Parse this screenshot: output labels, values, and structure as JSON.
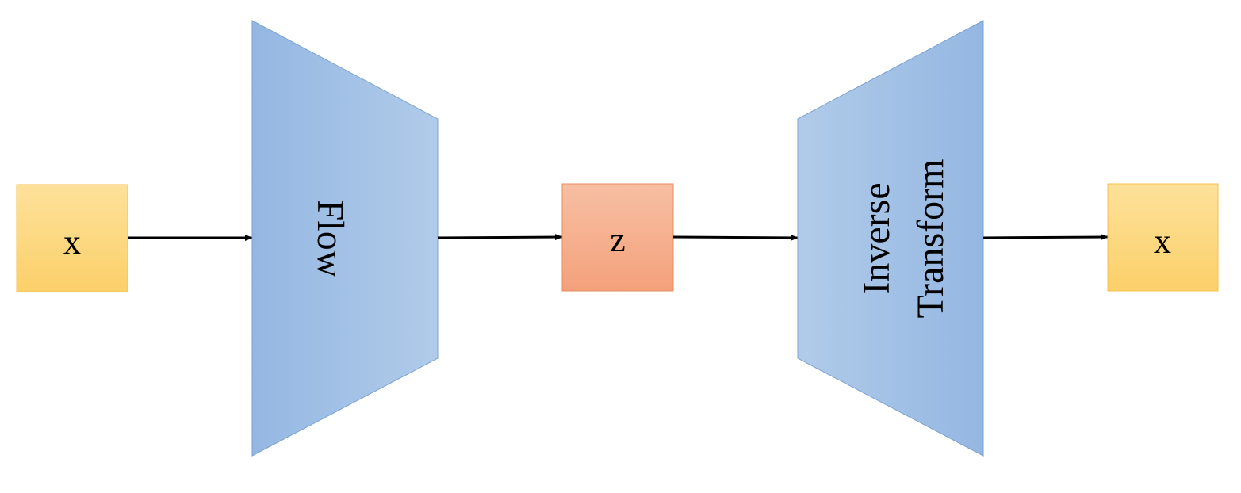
{
  "nodes": {
    "input": {
      "label": "x"
    },
    "flow": {
      "label": "Flow"
    },
    "latent": {
      "label": "z"
    },
    "inverse": {
      "label_line1": "Inverse",
      "label_line2": "Transform"
    },
    "output": {
      "label": "x"
    }
  },
  "colors": {
    "data_box_top": "#fde19a",
    "data_box_bottom": "#fcd06a",
    "data_box_border": "#f5c14d",
    "latent_box_top": "#f7bfa3",
    "latent_box_bottom": "#f4a17b",
    "latent_box_border": "#ea8b5c",
    "trapezoid_dark": "#94b7e2",
    "trapezoid_light": "#b1cbe9",
    "trapezoid_border": "#7aa2d6",
    "arrow": "#000000"
  }
}
